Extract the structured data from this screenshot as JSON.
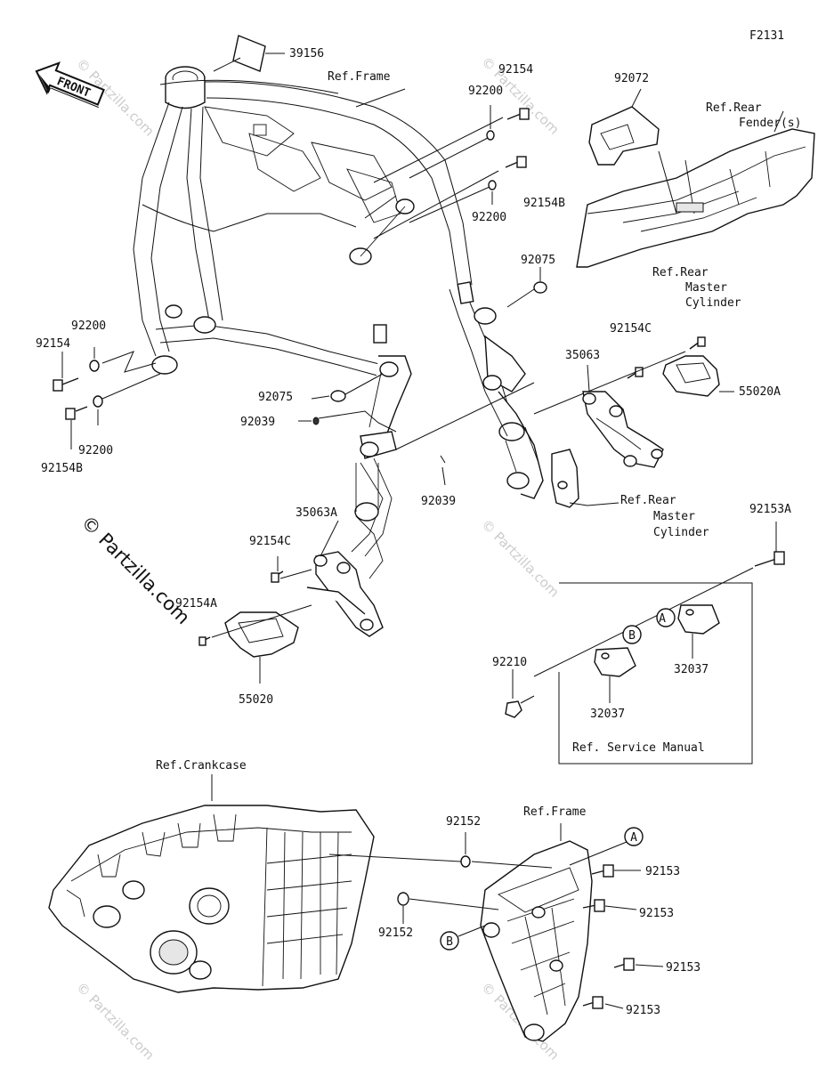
{
  "diagram_code": "F2131",
  "front_label": "FRONT",
  "watermark": "© Partzilla.com",
  "watermark_small": "© Partzilla.com",
  "refs": {
    "frame_top": "Ref.Frame",
    "rear_fender_1": "Ref.Rear",
    "rear_fender_2": "Fender(s)",
    "rear_master_a_1": "Ref.Rear",
    "rear_master_a_2": "Master",
    "rear_master_a_3": "Cylinder",
    "rear_master_b_1": "Ref.Rear",
    "rear_master_b_2": "Master",
    "rear_master_b_3": "Cylinder",
    "service_manual": "Ref. Service Manual",
    "crankcase": "Ref.Crankcase",
    "frame_bottom": "Ref.Frame"
  },
  "callouts": {
    "a_top": "A",
    "b_top": "B",
    "a_bottom": "A",
    "b_bottom": "B"
  },
  "parts": {
    "p39156": "39156",
    "p92154_top": "92154",
    "p92200_top": "92200",
    "p92154b_top": "92154B",
    "p92200_mid": "92200",
    "p92072": "92072",
    "p92075_right": "92075",
    "p92200_left": "92200",
    "p92154_left": "92154",
    "p92154c_right": "92154C",
    "p35063": "35063",
    "p55020a": "55020A",
    "p92075_mid": "92075",
    "p92039_left": "92039",
    "p92200_left2": "92200",
    "p92154b_left": "92154B",
    "p92039_mid": "92039",
    "p35063a": "35063A",
    "p92154c_left": "92154C",
    "p92153a": "92153A",
    "p92154a": "92154A",
    "p55020": "55020",
    "p92210": "92210",
    "p32037_a": "32037",
    "p32037_b": "32037",
    "p92152_top": "92152",
    "p92153_1": "92153",
    "p92153_2": "92153",
    "p92152_left": "92152",
    "p92153_3": "92153",
    "p92153_4": "92153"
  }
}
